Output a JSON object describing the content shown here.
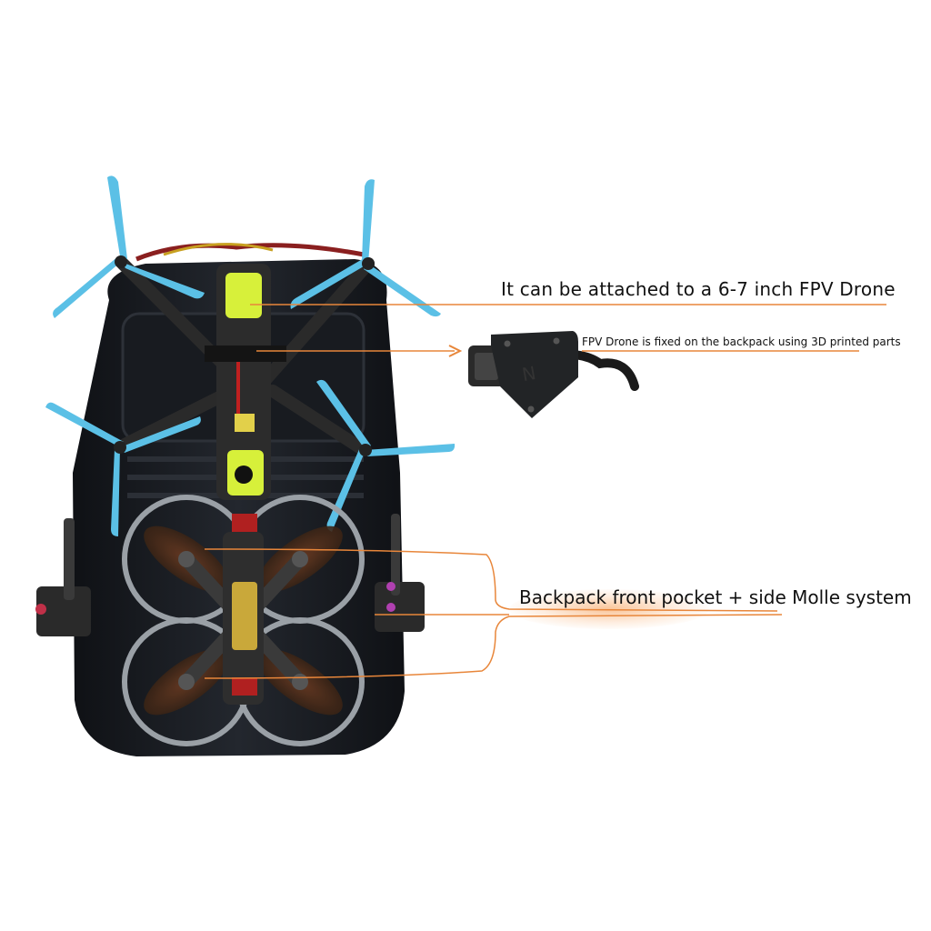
{
  "callouts": {
    "attach": "It can be attached to a 6-7 inch FPV Drone",
    "fixed": "FPV Drone is fixed on the backpack using 3D printed parts",
    "molle": "Backpack front pocket + side Molle system"
  },
  "colors": {
    "leader_line": "#E8863A",
    "propeller": "#5BC0E6",
    "backpack": "#1C1F24",
    "frame_accent": "#D7F03A",
    "mount": "#222426"
  }
}
